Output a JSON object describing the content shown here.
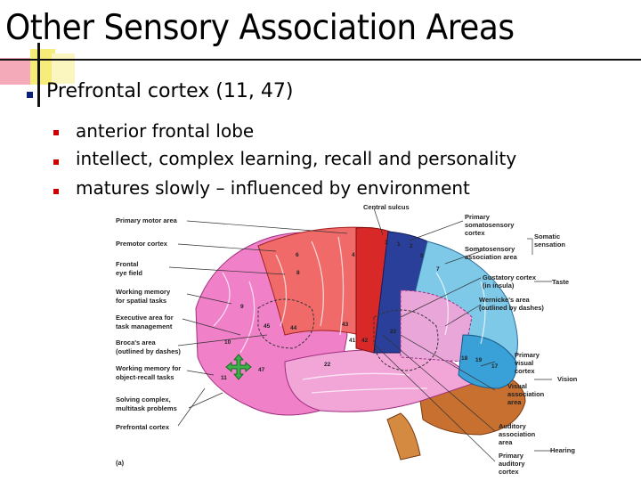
{
  "slide": {
    "title": "Other Sensory Association Areas",
    "bullet_main": "Prefrontal cortex (11, 47)",
    "sub_bullets": [
      "anterior frontal lobe",
      "intellect, complex learning, recall and personality",
      "matures slowly – influenced by environment"
    ]
  },
  "figure": {
    "top_label": "Central sulcus",
    "left_labels": [
      "Primary motor area",
      "Premotor cortex",
      "Frontal",
      "eye field",
      "Working memory",
      "for spatial tasks",
      "Executive area for",
      "task management",
      "Broca's area",
      "(outlined by dashes)",
      "Working memory for",
      "object-recall tasks",
      "Solving complex,",
      "multitask problems",
      "Prefrontal cortex"
    ],
    "right_labels": [
      "Primary",
      "somatosensory",
      "cortex",
      "Somatosensory",
      "association area",
      "Gustatory cortex",
      "(in insula)",
      "Wernicke's area",
      "(outlined by dashes)",
      "Primary",
      "visual",
      "cortex",
      "Visual",
      "association",
      "area",
      "Auditory",
      "association",
      "area",
      "Primary",
      "auditory",
      "cortex"
    ],
    "function_labels": [
      "Somatic",
      "sensation",
      "Taste",
      "Vision",
      "Hearing"
    ],
    "panel_label": "(a)",
    "area_numbers": [
      "3",
      "1",
      "2",
      "4",
      "5",
      "7",
      "6",
      "8",
      "9",
      "43",
      "41",
      "42",
      "22",
      "45",
      "44",
      "10",
      "11",
      "47",
      "22",
      "18",
      "19",
      "17"
    ]
  },
  "colors": {
    "bullet": "#0b1f7a",
    "motor": "#e84040",
    "somatosensory": "#2a3f9a",
    "association": "#7ec8e8",
    "prefrontal": "#f080c8",
    "cerebellum": "#c87030"
  }
}
